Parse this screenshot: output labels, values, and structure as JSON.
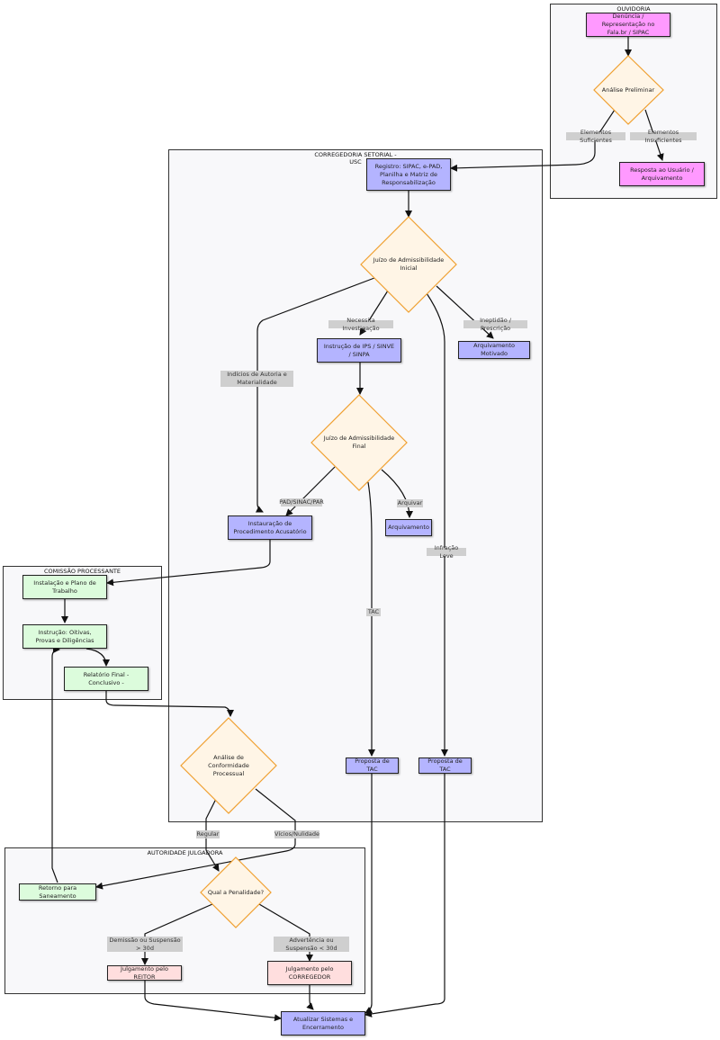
{
  "clusters": {
    "ouvidoria": "OUVIDORIA",
    "corregedoria": "CORREGEDORIA SETORIAL - USC",
    "comissao": "COMISSÃO PROCESSANTE",
    "autoridade": "AUTORIDADE JULGADORA"
  },
  "nodes": {
    "denuncia": "Denúncia / Representação no Fala.br / SIPAC",
    "analise_preliminar": "Análise Preliminar",
    "resposta_usuario": "Resposta ao Usuário / Arquivamento",
    "registro": "Registro: SIPAC, e-PAD, Planilha e Matriz de Responsabilização",
    "juizo_inicial": "Juízo de Admissibilidade Inicial",
    "instrucao_ips": "Instrução de IPS / SINVE / SINPA",
    "arquivamento_motivado": "Arquivamento Motivado",
    "juizo_final": "Juízo de Admissibilidade Final",
    "instauracao": "Instauração de Procedimento Acusatório",
    "arquivamento": "Arquivamento",
    "proposta_tac_1": "Proposta de TAC",
    "proposta_tac_2": "Proposta de TAC",
    "analise_conformidade": "Análise de Conformidade Processual",
    "instalacao": "Instalação e Plano de Trabalho",
    "instrucao_oitivas": "Instrução: Oitivas, Provas e Diligências",
    "relatorio_final": "Relatório Final - Conclusivo -",
    "retorno_saneamento": "Retorno para Saneamento",
    "qual_penalidade": "Qual a Penalidade?",
    "julgamento_reitor": "Julgamento pelo REITOR",
    "julgamento_corregedor": "Julgamento pelo CORREGEDOR",
    "atualizar_sistemas": "Atualizar Sistemas e Encerramento"
  },
  "edge_labels": {
    "elementos_suficientes": "Elementos Suficientes",
    "elementos_insuficientes": "Elementos Insuficientes",
    "necessita_investigacao": "Necessita Investigação",
    "ineptidao_prescricao": "Ineptidão / Prescrição",
    "indicios_autoria": "Indícios de Autoria e Materialidade",
    "pad_sinac_par": "PAD/SINAC/PAR",
    "arquivar": "Arquivar",
    "infracao_leve": "Infração Leve",
    "tac": "TAC",
    "regular": "Regular",
    "vicios_nulidade": "Vícios/Nulidade",
    "demissao_suspensao": "Demissão ou Suspensão > 30d",
    "advertencia_suspensao": "Advertência ou Suspensão < 30d"
  },
  "colors": {
    "process_fill": "#b4b4ff",
    "ouvidoria_fill": "#ff99ff",
    "comissao_fill": "#dcfcdc",
    "julgamento_fill": "#ffdede",
    "decision_fill": "#fff5e6",
    "decision_stroke": "#f0a030",
    "edge_label_bg": "#cfcfcf"
  }
}
